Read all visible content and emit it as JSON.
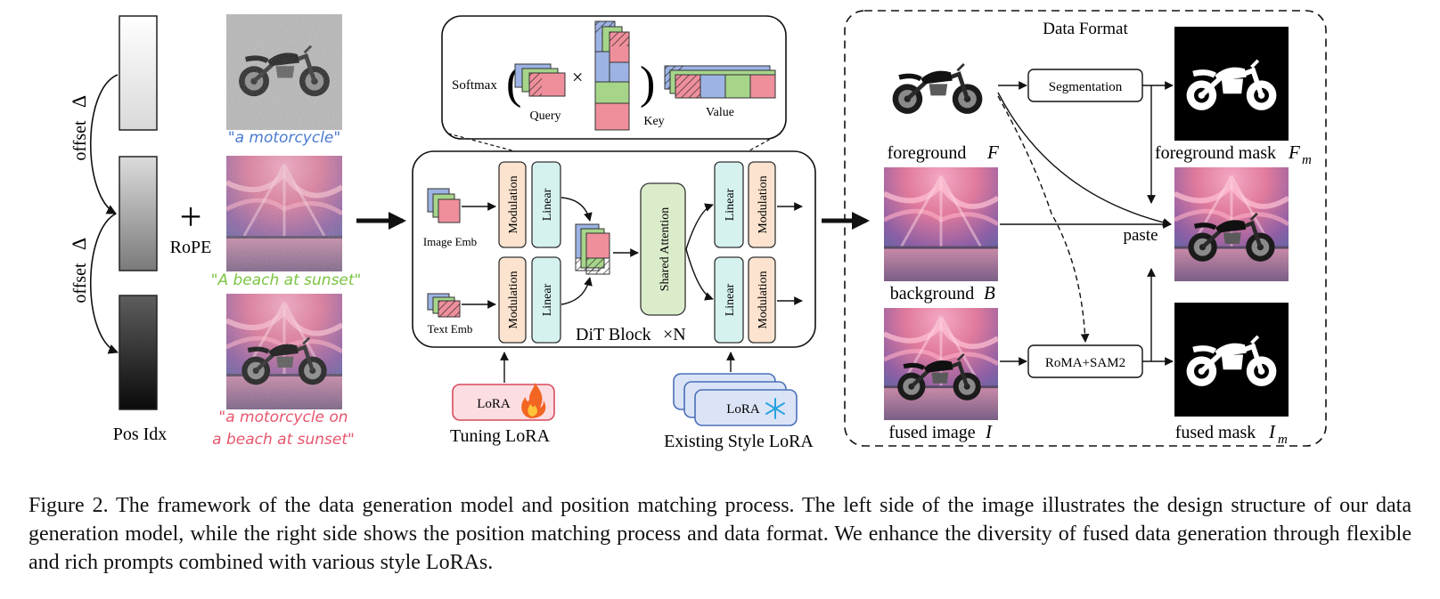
{
  "left": {
    "pos_idx_label": "Pos Idx",
    "offset_label": "offset",
    "delta_symbol": "∆",
    "plus": "+",
    "rope_label": "RoPE",
    "prompt_1": "\"a motorcycle\"",
    "prompt_2": "\"A  beach at sunset\"",
    "prompt_3_line1": "\"a motorcycle on",
    "prompt_3_line2": "a beach at sunset\"",
    "prompt_colors": {
      "p1": "#4a7bd0",
      "p2": "#7cc443",
      "p3": "#e8566e"
    }
  },
  "attention": {
    "softmax": "Softmax",
    "times": "×",
    "query": "Query",
    "key": "Key",
    "value": "Value"
  },
  "dit": {
    "image_emb": "Image Emb",
    "text_emb": "Text Emb",
    "modulation": "Modulation",
    "linear": "Linear",
    "shared_attention": "Shared Attention",
    "block_label": "DiT Block",
    "times_n": "×N",
    "lora": "LoRA",
    "tuning_lora": "Tuning LoRA",
    "existing_style_lora": "Existing Style LoRA",
    "fire_icon": "fire-icon",
    "snowflake_icon": "snowflake-icon"
  },
  "data_format": {
    "title": "Data Format",
    "segmentation": "Segmentation",
    "roma_sam": "RoMA+SAM2",
    "paste": "paste",
    "foreground": "foreground",
    "foreground_sym": "F",
    "foreground_mask": "foreground mask",
    "foreground_mask_sym": "F",
    "foreground_mask_sub": "m",
    "background": "background",
    "background_sym": "B",
    "fused_image": "fused image",
    "fused_image_sym": "I",
    "fused_mask": "fused mask",
    "fused_mask_sym": "I",
    "fused_mask_sub": "m"
  },
  "colors": {
    "modulation_fill": "#fbe3cf",
    "linear_fill": "#d5f2ef",
    "attention_fill": "#dbeccb",
    "query_blue": "#9cb3e3",
    "key_green": "#a6d58a",
    "value_pink": "#ef8f9c",
    "lora_red_fill": "#fbdde2",
    "lora_blue_fill": "#dbe4f6"
  },
  "caption": "Figure 2. The framework of the data generation model and position matching process. The left side of the image illustrates the design structure of our data generation model, while the right side shows the position matching process and data format. We enhance the diversity of fused data generation through flexible and rich prompts combined with various style LoRAs."
}
